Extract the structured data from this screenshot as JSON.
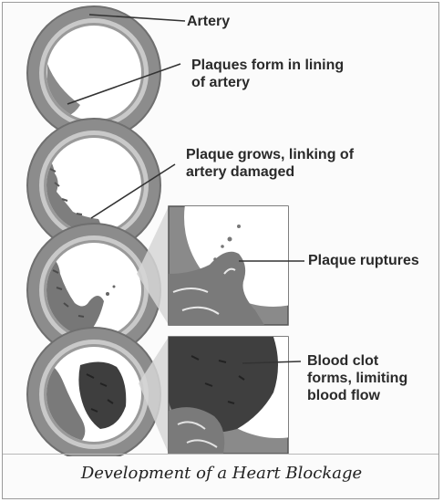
{
  "labels": {
    "artery": "Artery",
    "plaques_form": "Plaques form in lining\nof artery",
    "plaque_grows": "Plaque grows, linking of\nartery damaged",
    "plaque_ruptures": "Plaque ruptures",
    "blood_clot": "Blood clot\nforms, limiting\nblood flow"
  },
  "caption": "Development of a Heart Blockage",
  "colors": {
    "artery_wall": "#8c8c8c",
    "artery_wall_light": "#c9c9c9",
    "plaque": "#7a7a7a",
    "clot": "#3e3e3e",
    "lumen": "#ffffff"
  }
}
